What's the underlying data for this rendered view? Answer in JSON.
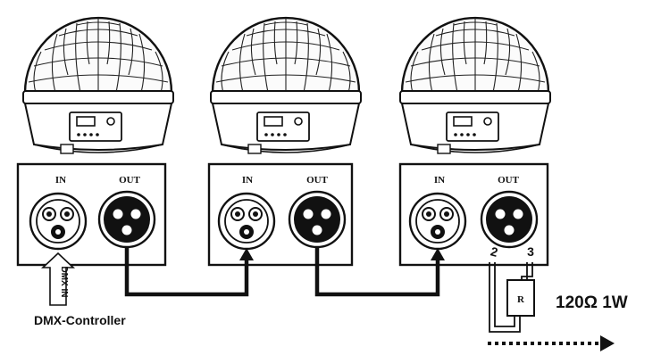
{
  "devices": [
    {
      "in_label": "IN",
      "out_label": "OUT"
    },
    {
      "in_label": "IN",
      "out_label": "OUT"
    },
    {
      "in_label": "IN",
      "out_label": "OUT",
      "pin_left": "2",
      "pin_right": "3"
    }
  ],
  "dmx_in_label": "DMX IN",
  "controller_label": "DMX-Controller",
  "resistor_label": "R",
  "terminator_spec": "120Ω 1W",
  "colors": {
    "line": "#111111",
    "background": "#ffffff",
    "dome_fill": "#fbfbfb"
  },
  "icons": [
    "moon-flower-dome-light",
    "xlr-female-connector",
    "xlr-male-connector",
    "arrow-right-dotted"
  ]
}
